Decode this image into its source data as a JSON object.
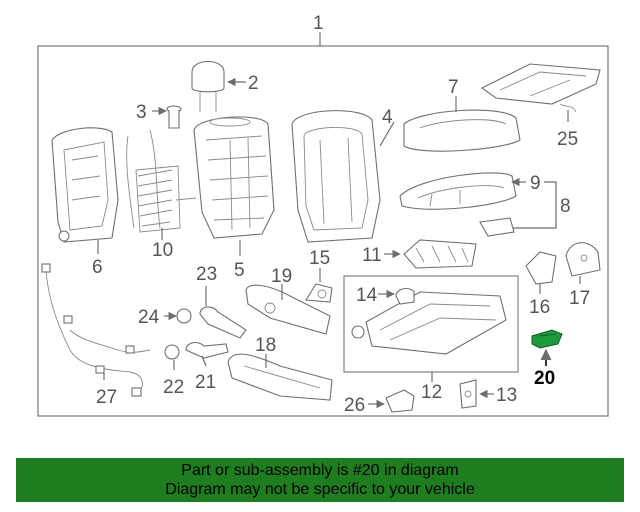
{
  "callouts": {
    "c1": "1",
    "c2": "2",
    "c3": "3",
    "c4": "4",
    "c5": "5",
    "c6": "6",
    "c7": "7",
    "c8": "8",
    "c9": "9",
    "c10": "10",
    "c11": "11",
    "c12": "12",
    "c13": "13",
    "c14": "14",
    "c15": "15",
    "c16": "16",
    "c17": "17",
    "c18": "18",
    "c19": "19",
    "c20": "20",
    "c21": "21",
    "c22": "22",
    "c23": "23",
    "c24": "24",
    "c25": "25",
    "c26": "26",
    "c27": "27"
  },
  "highlight": {
    "part_number": "20",
    "color": "#1e9a3c"
  },
  "banner": {
    "line1": "Part or sub-assembly is #20 in diagram",
    "line2": "Diagram may not be specific to your vehicle",
    "background": "#1e7d1e"
  }
}
